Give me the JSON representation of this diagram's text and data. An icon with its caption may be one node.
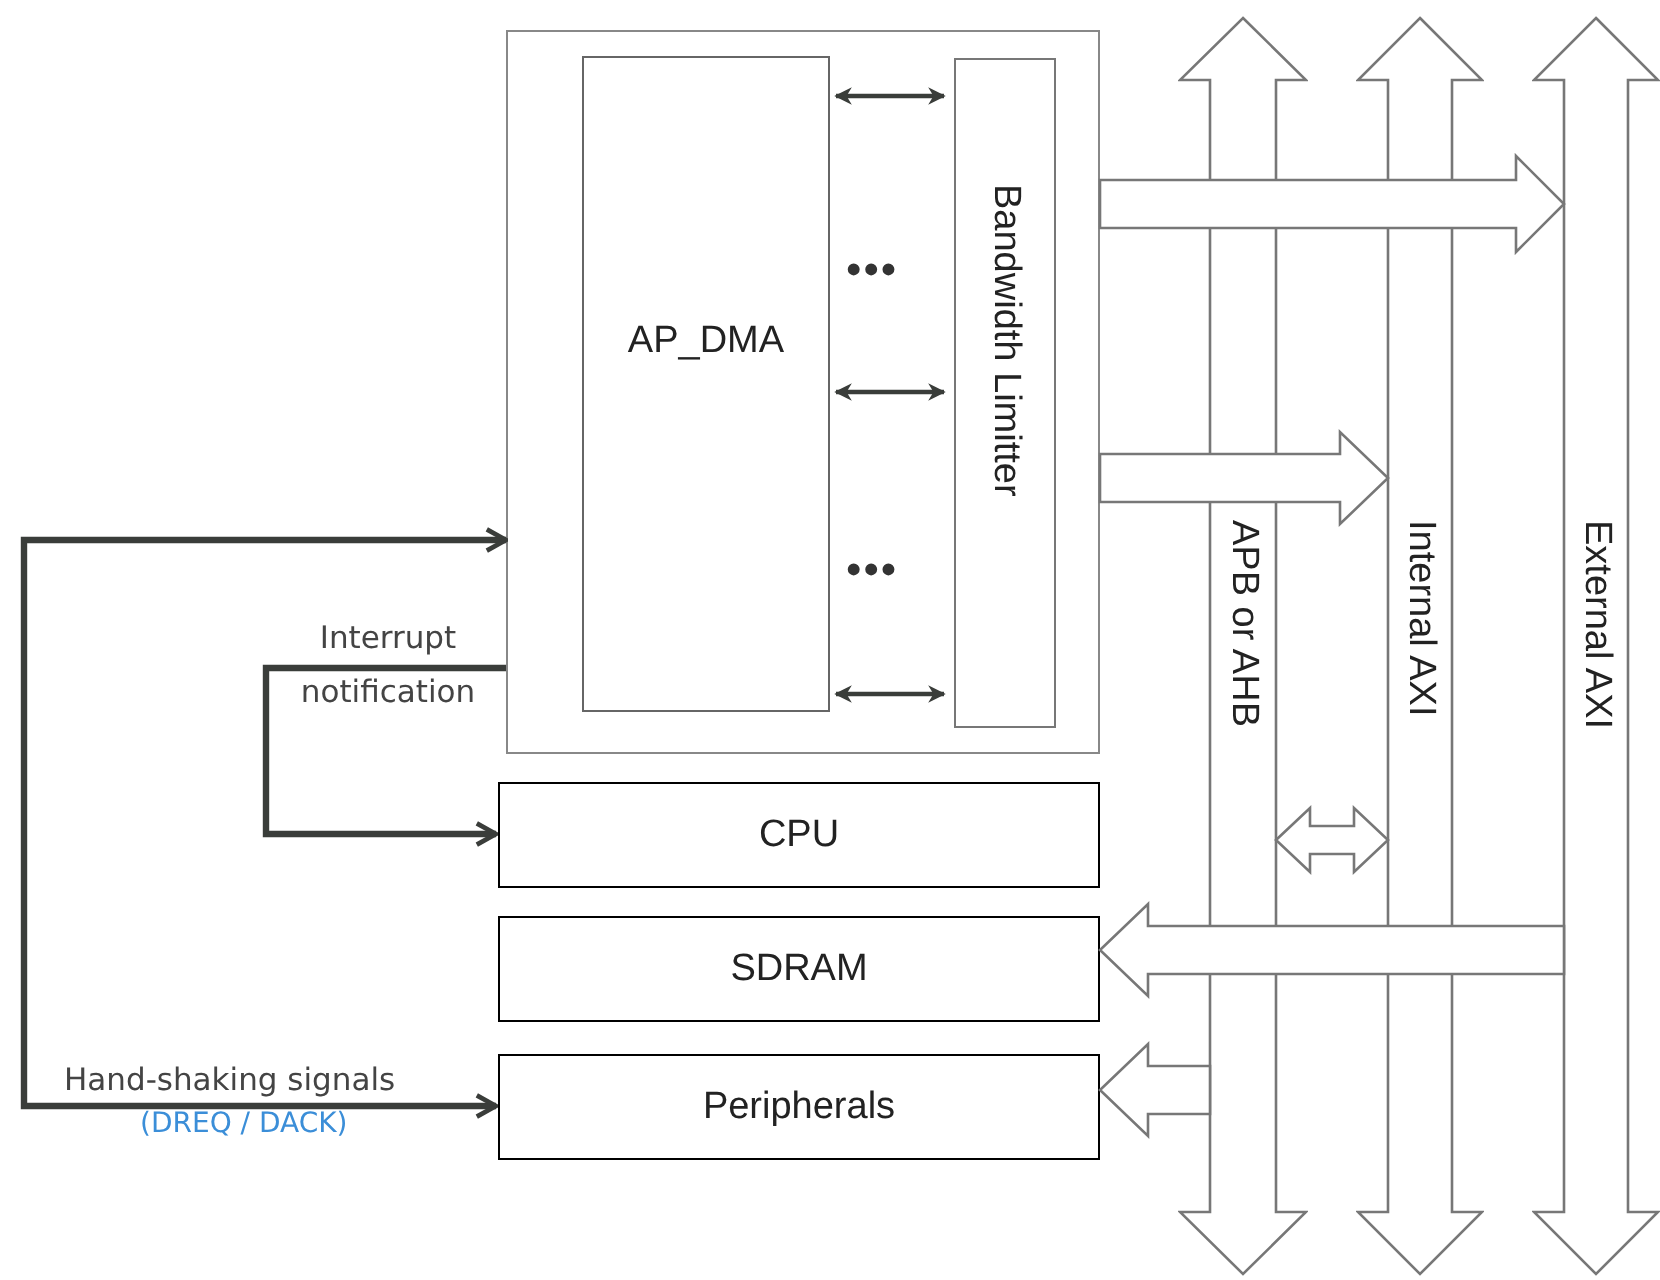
{
  "diagram": {
    "nodes": [
      {
        "text": [],
        "shape": "box"
      },
      {
        "text": [
          "AP_DMA"
        ],
        "in": 0
      },
      {
        "text": [
          "Bandwidth Limitter"
        ],
        "in": 0
      },
      {
        "text": [
          "CPU"
        ]
      },
      {
        "text": [
          "SDRAM"
        ]
      },
      {
        "text": [
          "Peripherals"
        ]
      },
      {
        "text": [
          "APB or AHB"
        ]
      },
      {
        "text": [
          "Internal AXI"
        ]
      },
      {
        "text": [
          "External AXI"
        ]
      }
    ],
    "edges": [
      {
        "from": 1,
        "to": 2,
        "arrow": "both"
      },
      {
        "from": 1,
        "to": 2,
        "arrow": "both"
      },
      {
        "from": 1,
        "to": 2,
        "arrow": "both"
      },
      {
        "from": 0,
        "to": 8,
        "arrow": "to"
      },
      {
        "from": 0,
        "to": 7,
        "arrow": "to"
      },
      {
        "from": 6,
        "to": 7,
        "arrow": "both"
      },
      {
        "from": 8,
        "to": 4,
        "arrow": "to"
      },
      {
        "from": 6,
        "to": 5,
        "arrow": "to"
      },
      {
        "from": 0,
        "to": 3,
        "arrow": "to",
        "label": "Interrupt notification"
      },
      {
        "from": 0,
        "to": 5,
        "arrow": "both",
        "label": "Hand-shaking signals"
      }
    ],
    "labels": [
      "•••",
      "•••",
      "(DREQ / DACK)"
    ]
  }
}
